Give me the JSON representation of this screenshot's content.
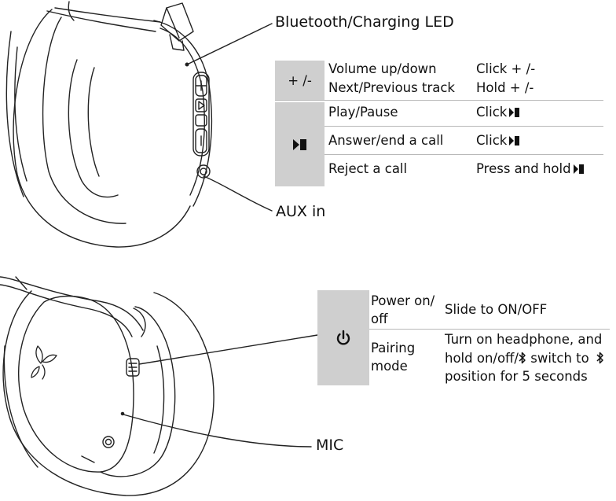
{
  "callouts": {
    "led": "Bluetooth/Charging LED",
    "aux": "AUX in",
    "mic": "MIC"
  },
  "icons": {
    "play_pause": "play-pause-icon",
    "power": "power-icon",
    "bluetooth": "bluetooth-icon",
    "logo": "leaf-logo-icon"
  },
  "top_table": {
    "volume_key": "+ /-",
    "rows": [
      {
        "action": "Volume up/down",
        "gesture": "Click + /-"
      },
      {
        "action": "Next/Previous track",
        "gesture": "Hold + /-"
      },
      {
        "action": "Play/Pause",
        "gesture": "Click"
      },
      {
        "action": "Answer/end a call",
        "gesture": "Click"
      },
      {
        "action": "Reject a call",
        "gesture": "Press and hold"
      }
    ]
  },
  "bottom_table": {
    "rows": [
      {
        "action_line1": "Power on/",
        "action_line2": "off",
        "desc": "Slide to ON/OFF"
      },
      {
        "action_line1": "Pairing",
        "action_line2": "mode",
        "desc_line1": "Turn on headphone, and",
        "desc_line2_pre": "hold on/off/",
        "desc_line2_post": " switch to",
        "desc_line3": "position for 5 seconds"
      }
    ]
  },
  "colors": {
    "key_box": "#cfcfcf",
    "line": "#222222",
    "divider": "#b8b8b8"
  }
}
